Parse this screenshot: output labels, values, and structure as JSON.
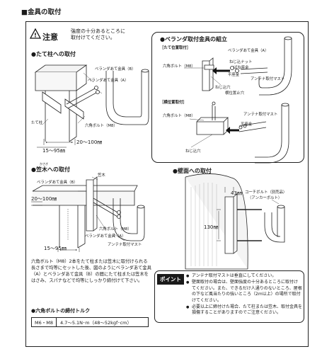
{
  "title": "■金具の取付",
  "caution": {
    "label": "注意",
    "text": "強度の十分あるところに\n取付けてください。"
  },
  "section_pillar": {
    "title": "●たて柱への取付",
    "labels": {
      "bracket_b": "ベランダあて金具（B）",
      "bracket_a": "ベランダあて金具（A）",
      "pillar": "たて柱",
      "bolt": "六角ボルト（M8）"
    },
    "dims": {
      "width": "20～100㎜",
      "depth": "15～95㎜"
    }
  },
  "section_veranda": {
    "title": "●ベランダ取付金具の組立",
    "vertical_title": "［たて位置取付］",
    "horizontal_title": "［横位置取付］",
    "labels": {
      "bracket_a": "ベランダあて金具（A）",
      "bolt": "六角ボルト（M8）",
      "nut": "ねじ込ナット",
      "spring_washer": "ばね座金",
      "washer": "平座金",
      "mast": "アンテナ取付マスト",
      "hole_v": "ねじ込穴",
      "hole_h": "ねじ込穴",
      "stop": "横位置止穴",
      "mast_h": "アンテナ取付マスト",
      "bolt_h": "六角ボルト（M8）",
      "washer_h": "平座金"
    }
  },
  "section_kasagi": {
    "title": "●笠木への取付",
    "ruby": "かさぎ",
    "labels": {
      "kasagi": "笠木",
      "bracket_b": "ベランダあて金具（B）",
      "bracket_a": "ベランダあて金具（A）",
      "bolt": "六角ボルト（M8）",
      "mast": "アンテナ取付マスト"
    },
    "dims": {
      "width": "20～100㎜",
      "depth": "15～95㎜"
    }
  },
  "section_wall": {
    "title": "●壁面への取付",
    "labels": {
      "plug": "コーチボルト（別売品）",
      "anchor": "（アンカーボルト）"
    },
    "dims": {
      "pitch": "43㎜",
      "height": "130㎜"
    }
  },
  "instruction": "六角ボルト（M8）2本をたて柱または笠木に取付けられる長さまで均等にセットした後、図のようにベランダあて金具（A）とベランダあて金具（B）の間にたて柱または笠木をはさみ、スパナなどで均等にしっかり締付けて下さい。",
  "point": {
    "label": "ポイント",
    "items": [
      "アンテナ取付マストは垂直にしてください。",
      "壁面取付の場合は、壁面強度の十分あるところに取付けてください。また、できるだけ人通りのないところ、屋根の下など風当たりの強いところ（2m以上）の場所で取付けてください。",
      "必要以上に締付けた場合、たて柱または笠木、取付金具を損傷することがありますのでご注意ください。"
    ]
  },
  "torque": {
    "title": "●六角ボルトの締付トルク",
    "bolt": "M6・M8",
    "value": "4.7～5.1N･m（48～52kgf･cm）"
  }
}
